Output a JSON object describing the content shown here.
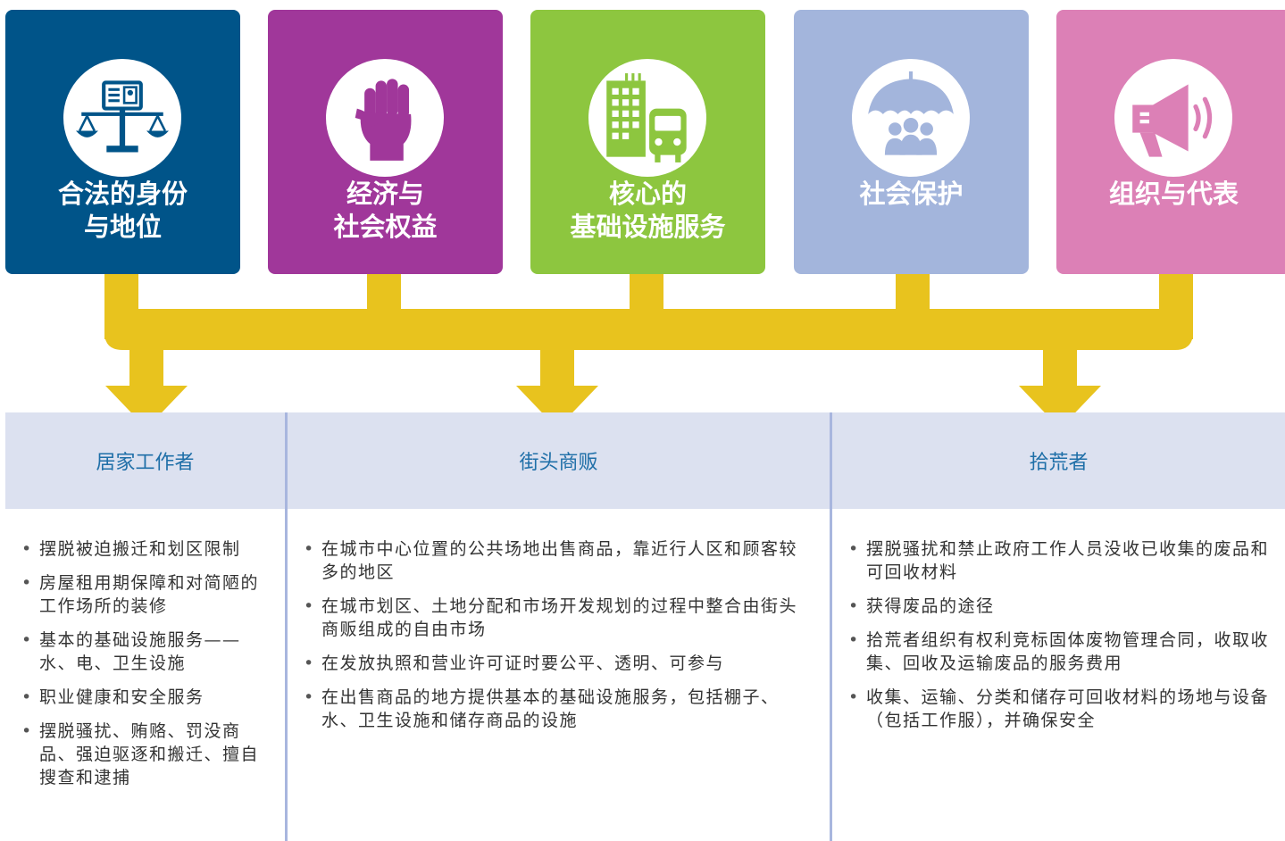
{
  "colors": {
    "card1": "#005489",
    "card2": "#a0379a",
    "card3": "#8dc63f",
    "card4": "#a3b5dc",
    "card5": "#dc80b6",
    "connector": "#e8c31e",
    "band": "#dce1f0",
    "band_text": "#1f6fa8",
    "divider": "#a8b6de"
  },
  "categories": [
    {
      "title": "合法的身份\n与地位",
      "icon": "legal-balance-id-card-icon"
    },
    {
      "title": "经济与\n社会权益",
      "icon": "raised-fist-icon"
    },
    {
      "title": "核心的\n基础设施服务",
      "icon": "building-train-icon"
    },
    {
      "title": "社会保护",
      "icon": "umbrella-people-icon"
    },
    {
      "title": "组织与代表",
      "icon": "megaphone-icon"
    }
  ],
  "groups": [
    {
      "title": "居家工作者",
      "items": [
        "摆脱被迫搬迁和划区限制",
        "房屋租用期保障和对简陋的工作场所的装修",
        "基本的基础设施服务——水、电、卫生设施",
        "职业健康和安全服务",
        "摆脱骚扰、贿赂、罚没商品、强迫驱逐和搬迁、擅自搜查和逮捕"
      ]
    },
    {
      "title": "街头商贩",
      "items": [
        "在城市中心位置的公共场地出售商品，靠近行人区和顾客较多的地区",
        "在城市划区、土地分配和市场开发规划的过程中整合由街头商贩组成的自由市场",
        "在发放执照和营业许可证时要公平、透明、可参与",
        "在出售商品的地方提供基本的基础设施服务，包括棚子、水、卫生设施和储存商品的设施"
      ]
    },
    {
      "title": "拾荒者",
      "items": [
        "摆脱骚扰和禁止政府工作人员没收已收集的废品和可回收材料",
        "获得废品的途径",
        "拾荒者组织有权利竞标固体废物管理合同，收取收集、回收及运输废品的服务费用",
        "收集、运输、分类和储存可回收材料的场地与设备（包括工作服），并确保安全"
      ]
    }
  ]
}
